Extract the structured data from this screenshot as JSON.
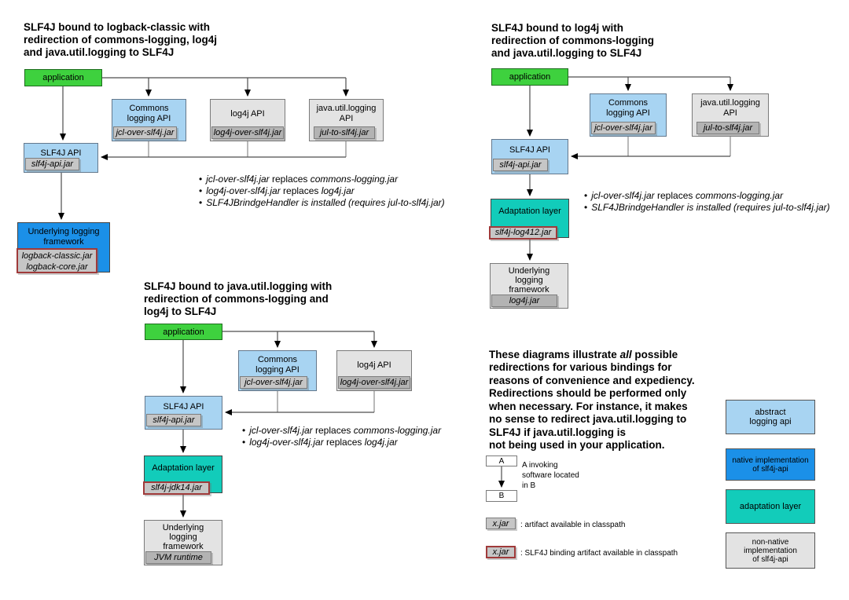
{
  "colors": {
    "application_green": "#3ed13e",
    "abstract_api_blue": "#a8d4f2",
    "native_impl_blue": "#1b90e8",
    "adaptation_teal": "#12ccba",
    "non_native_gray": "#e3e3e3",
    "jar_gray": "#c6c6c6",
    "jar_dark_gray": "#b3b3b3",
    "binding_border_red": "#a03a3a"
  },
  "diagram_logback": {
    "title": "SLF4J bound to logback-classic with\nredirection of commons-logging, log4j\nand java.util.logging to SLF4J",
    "application": "application",
    "commons": {
      "label": "Commons\nlogging API",
      "jar": "jcl-over-slf4j.jar"
    },
    "log4j": {
      "label": "log4j API",
      "jar": "log4j-over-slf4j.jar"
    },
    "jul": {
      "label": "java.util.logging\nAPI",
      "jar": "jul-to-slf4j.jar"
    },
    "slf4j": {
      "label": "SLF4J API",
      "jar": "slf4j-api.jar"
    },
    "underlying": {
      "label": "Underlying logging\nframework",
      "jar": "logback-classic.jar\nlogback-core.jar"
    },
    "bullets": [
      {
        "b": "•",
        "i1": "jcl-over-slf4j.jar",
        "r": " replaces ",
        "i2": "commons-logging.jar"
      },
      {
        "b": "•",
        "i1": "log4j-over-slf4j.jar",
        "r": " replaces ",
        "i2": "log4j.jar"
      },
      {
        "b": "•",
        "i1": "SLF4JBrindgeHandler is installed (requires jul-to-slf4j.jar)",
        "r": "",
        "i2": ""
      }
    ]
  },
  "diagram_log4j": {
    "title": "SLF4J bound to log4j with\nredirection of commons-logging\nand java.util.logging to SLF4J",
    "application": "application",
    "commons": {
      "label": "Commons\nlogging API",
      "jar": "jcl-over-slf4j.jar"
    },
    "jul": {
      "label": "java.util.logging\nAPI",
      "jar": "jul-to-slf4j.jar"
    },
    "slf4j": {
      "label": "SLF4J API",
      "jar": "slf4j-api.jar"
    },
    "adaptation": {
      "label": "Adaptation layer",
      "jar": "slf4j-log412.jar"
    },
    "underlying": {
      "label": "Underlying\nlogging\nframework",
      "jar": "log4j.jar"
    },
    "bullets": [
      {
        "b": "•",
        "i1": "jcl-over-slf4j.jar",
        "r": " replaces ",
        "i2": "commons-logging.jar"
      },
      {
        "b": "•",
        "i1": "SLF4JBrindgeHandler is installed (requires jul-to-slf4j.jar)",
        "r": "",
        "i2": ""
      }
    ]
  },
  "diagram_jul": {
    "title": "SLF4J bound to java.util.logging with\nredirection of commons-logging and\nlog4j to SLF4J",
    "application": "application",
    "commons": {
      "label": "Commons\nlogging API",
      "jar": "jcl-over-slf4j.jar"
    },
    "log4j": {
      "label": "log4j API",
      "jar": "log4j-over-slf4j.jar"
    },
    "slf4j": {
      "label": "SLF4J API",
      "jar": "slf4j-api.jar"
    },
    "adaptation": {
      "label": "Adaptation layer",
      "jar": "slf4j-jdk14.jar"
    },
    "underlying": {
      "label": "Underlying\nlogging\nframework",
      "jar": "JVM runtime"
    },
    "bullets": [
      {
        "b": "•",
        "i1": "jcl-over-slf4j.jar",
        "r": " replaces ",
        "i2": "commons-logging.jar"
      },
      {
        "b": "•",
        "i1": "log4j-over-slf4j.jar",
        "r": " replaces ",
        "i2": "log4j.jar"
      }
    ]
  },
  "note": {
    "p1": "These diagrams illustrate ",
    "em": "all",
    "p2": " possible\nredirections for various bindings for\nreasons of convenience and expediency.\nRedirections should be performed only\nwhen necessary. For instance, it makes\nno sense to redirect java.util.logging to\nSLF4J if java.util.logging is\nnot being used in your application."
  },
  "legend": {
    "a": "A",
    "b": "B",
    "invoking": "A invoking\nsoftware located\nin B",
    "artifact_jar": "x.jar",
    "artifact_desc": ": artifact available in classpath",
    "binding_jar": "x.jar",
    "binding_desc": ": SLF4J binding artifact available in classpath"
  },
  "color_legend": [
    {
      "label": "abstract\nlogging api"
    },
    {
      "label": "native implementation\nof slf4j-api"
    },
    {
      "label": "adaptation layer"
    },
    {
      "label": "non-native implementation\nof slf4j-api"
    }
  ]
}
